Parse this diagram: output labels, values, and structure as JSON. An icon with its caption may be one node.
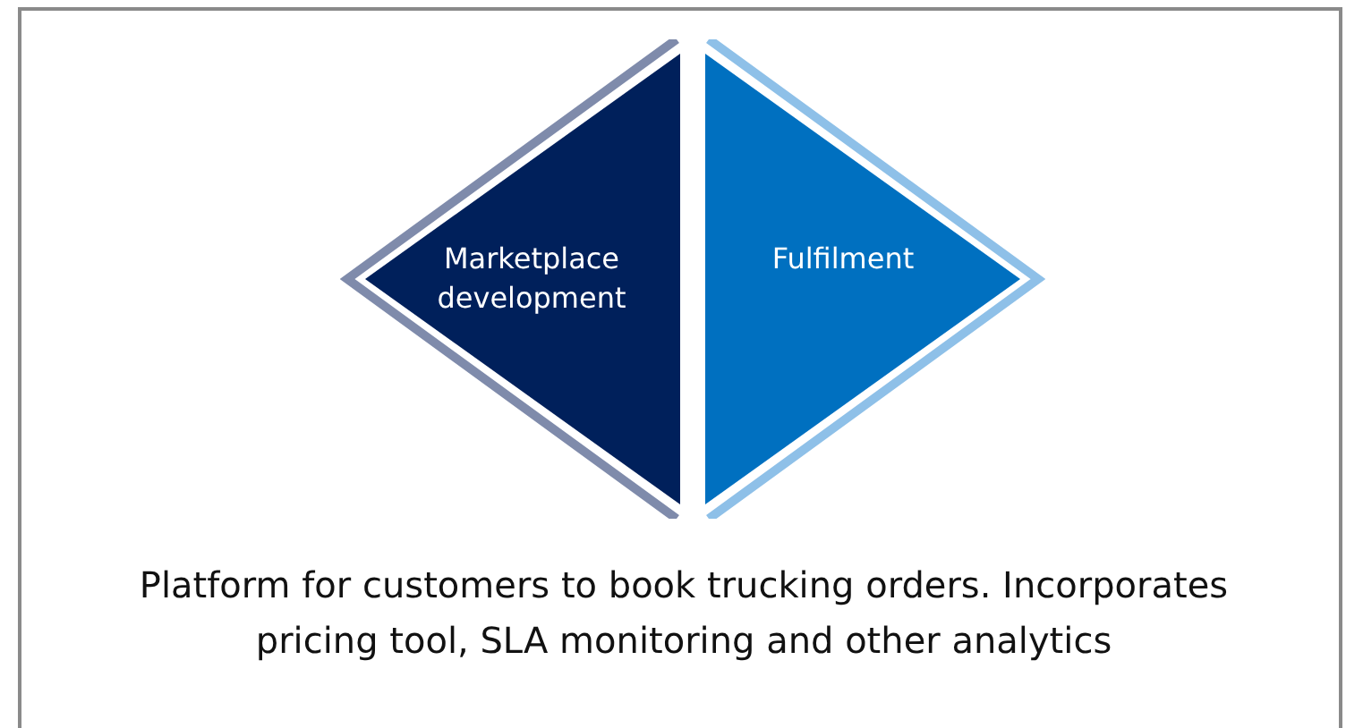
{
  "diagram": {
    "nodes": [
      {
        "text": [
          "Marketplace development"
        ]
      },
      {
        "text": [
          "Fulfilment"
        ]
      }
    ],
    "labels": [
      "Platform for customers to book trucking orders. Incorporates pricing tool, SLA monitoring and other analytics"
    ]
  }
}
